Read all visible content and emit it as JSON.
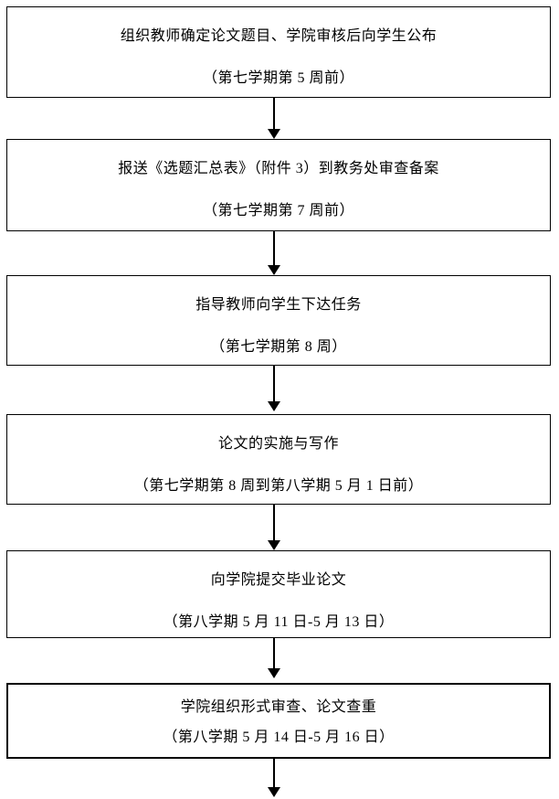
{
  "page": {
    "background_color": "#ffffff",
    "border_color": "#000000",
    "text_color": "#000000"
  },
  "flowchart": {
    "steps": [
      {
        "title": "组织教师确定论文题目、学院审核后向学生公布",
        "time": "（第七学期第 5 周前）"
      },
      {
        "title": "报送《选题汇总表》（附件 3）到教务处审查备案",
        "time": "（第七学期第 7 周前）"
      },
      {
        "title": "指导教师向学生下达任务",
        "time": "（第七学期第 8 周）"
      },
      {
        "title": "论文的实施与写作",
        "time": "（第七学期第 8 周到第八学期 5 月 1 日前）"
      },
      {
        "title": "向学院提交毕业论文",
        "time": "（第八学期 5 月 11 日-5 月 13 日）"
      },
      {
        "title": "学院组织形式审查、论文查重",
        "time": "（第八学期 5 月 14 日-5 月 16 日）"
      }
    ]
  }
}
